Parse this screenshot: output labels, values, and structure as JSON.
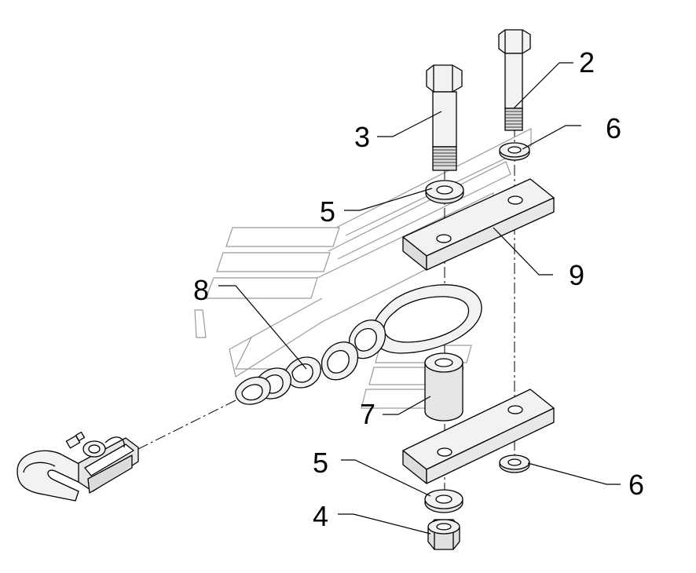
{
  "callouts": [
    {
      "id": "c2",
      "text": "2"
    },
    {
      "id": "c6a",
      "text": "6"
    },
    {
      "id": "c3",
      "text": "3"
    },
    {
      "id": "c5a",
      "text": "5"
    },
    {
      "id": "c9",
      "text": "9"
    },
    {
      "id": "c8",
      "text": "8"
    },
    {
      "id": "c7",
      "text": "7"
    },
    {
      "id": "c5b",
      "text": "5"
    },
    {
      "id": "c6b",
      "text": "6"
    },
    {
      "id": "c4",
      "text": "4"
    }
  ],
  "colors": {
    "line": "#000000",
    "part_fill": "#f2f2f2",
    "shade": "#cfcfcf",
    "watermark": "#9a9a9a"
  }
}
